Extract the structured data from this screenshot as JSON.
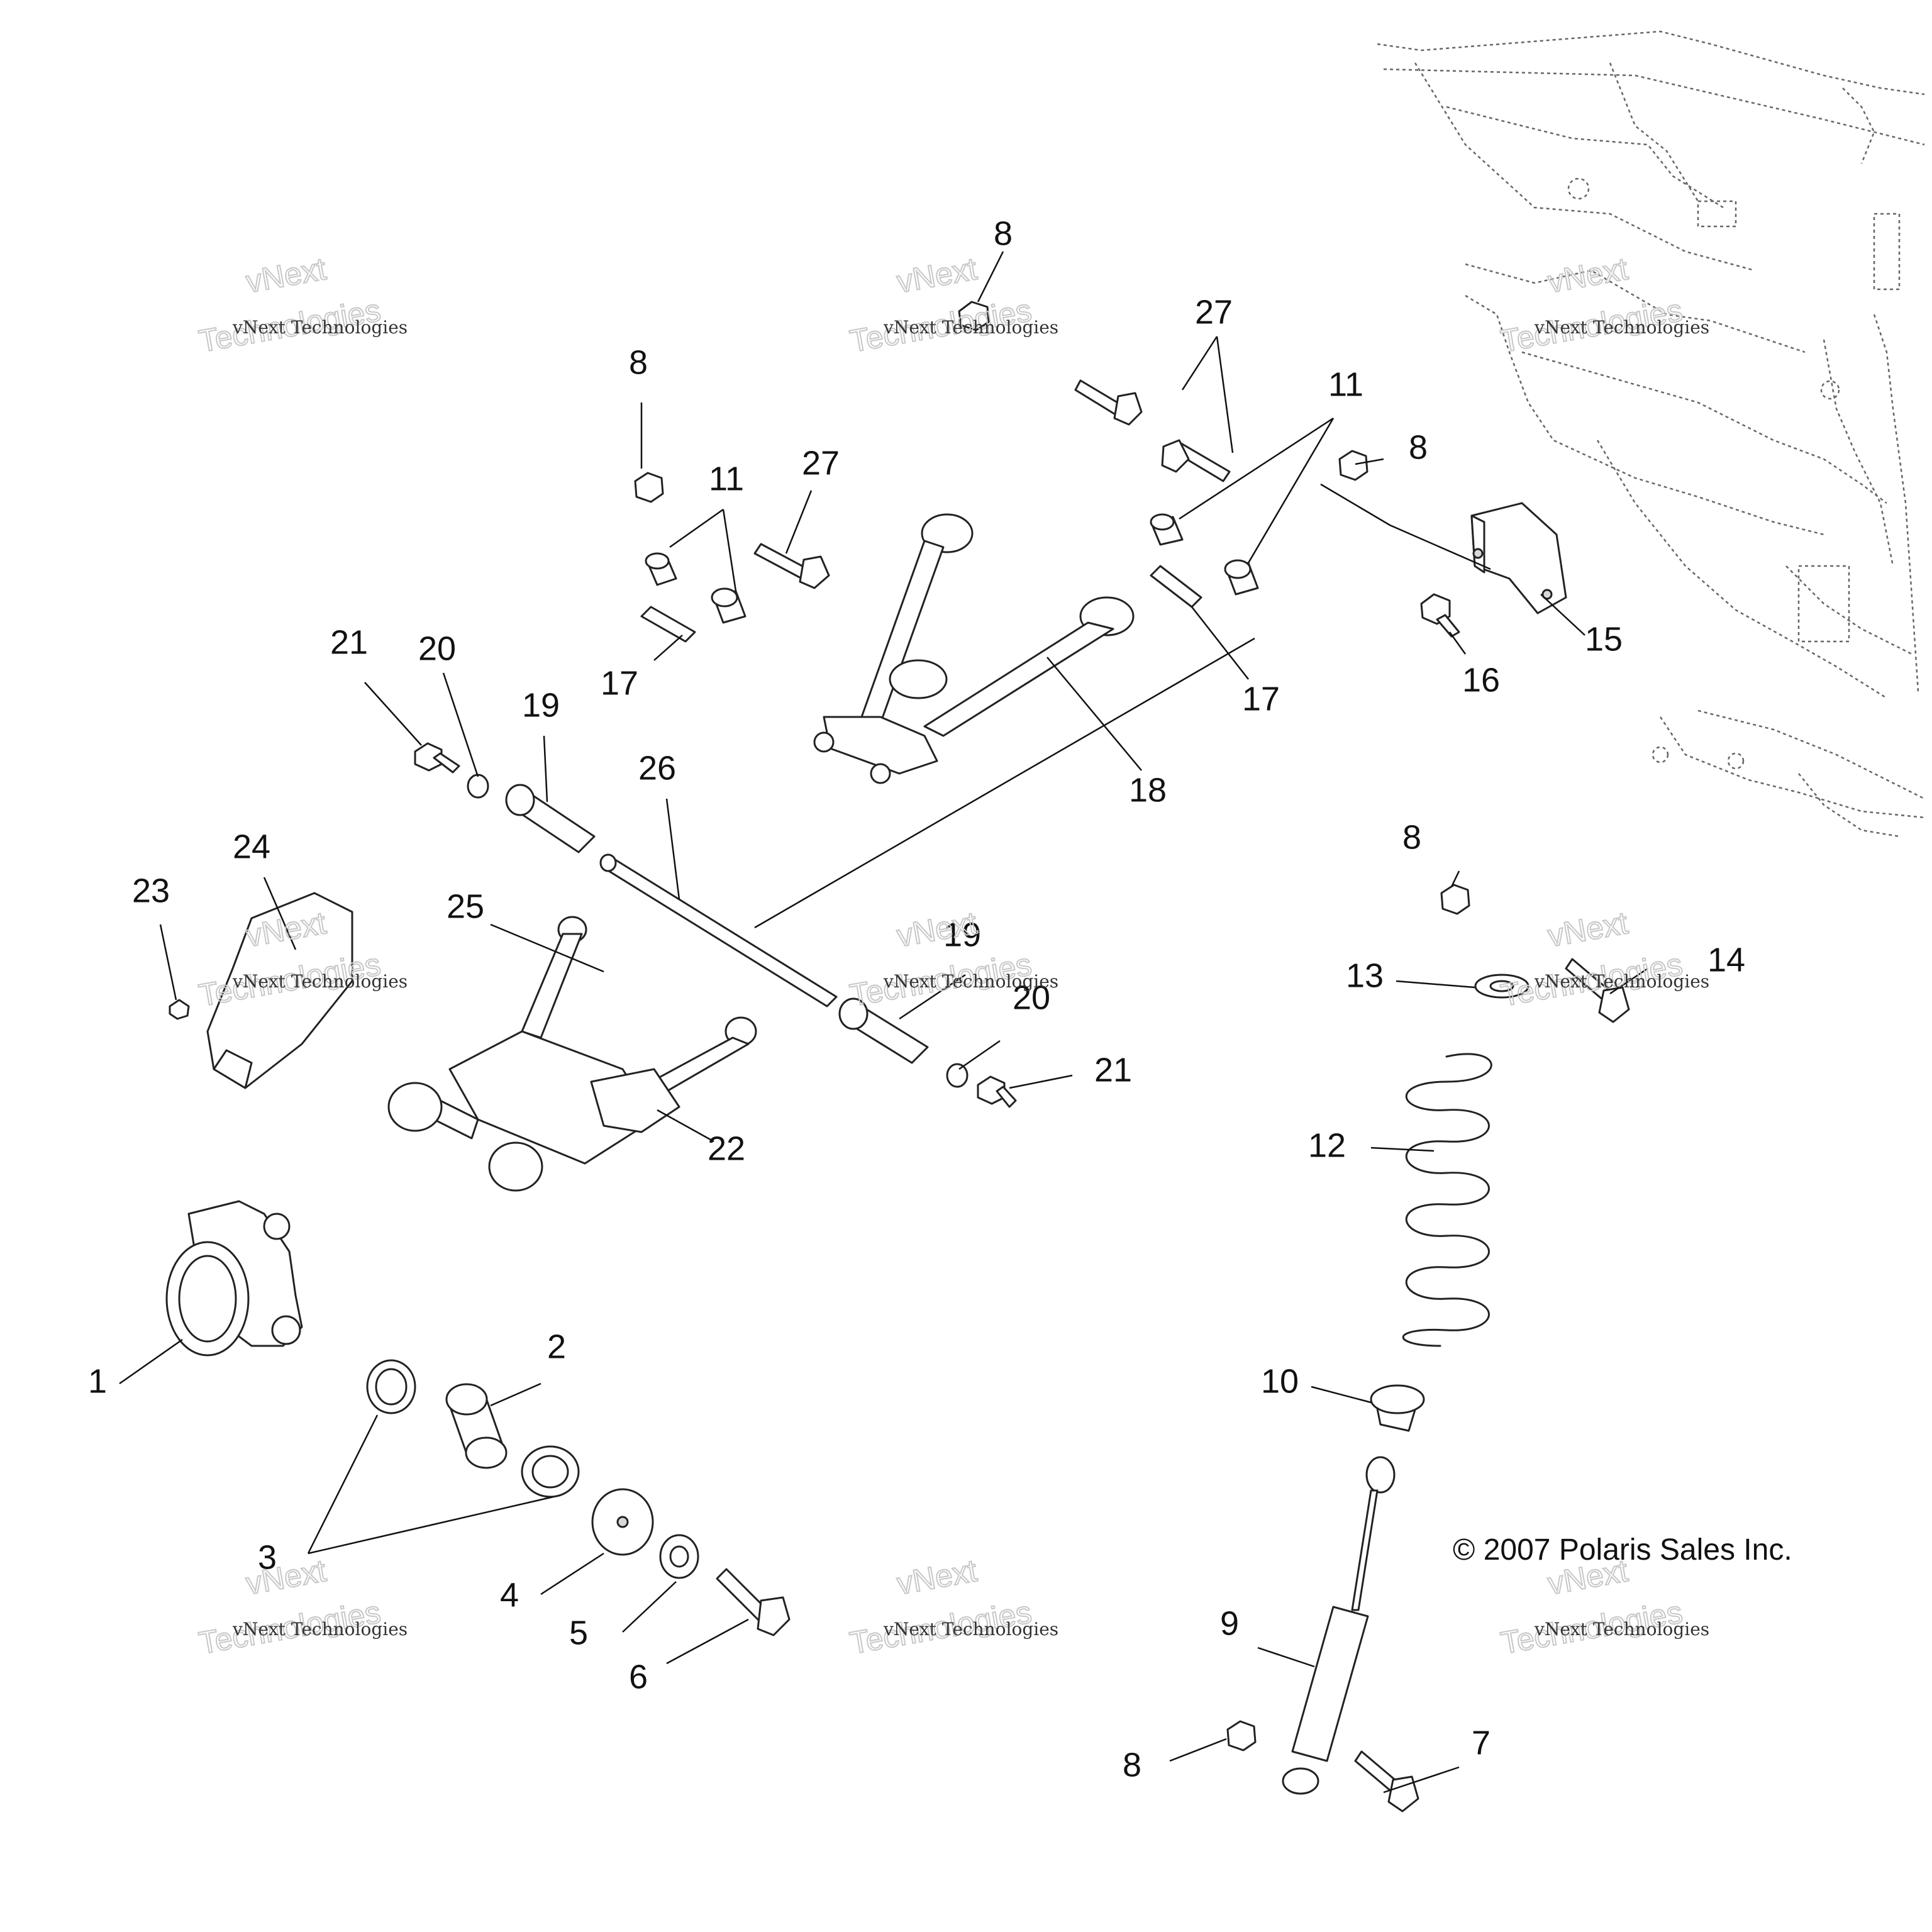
{
  "diagram": {
    "copyright": "© 2007 Polaris Sales Inc.",
    "watermark": {
      "line": "vNext Technologies",
      "brand_top": "vNext",
      "brand_bottom": "Technologies"
    },
    "callouts": {
      "c1": "1",
      "c2": "2",
      "c3": "3",
      "c4": "4",
      "c5": "5",
      "c6": "6",
      "c7": "7",
      "c8a": "8",
      "c8b": "8",
      "c8c": "8",
      "c8d": "8",
      "c8e": "8",
      "c9": "9",
      "c10": "10",
      "c11a": "11",
      "c11b": "11",
      "c12": "12",
      "c13": "13",
      "c14": "14",
      "c15": "15",
      "c16": "16",
      "c17a": "17",
      "c17b": "17",
      "c18": "18",
      "c19a": "19",
      "c19b": "19",
      "c20a": "20",
      "c20b": "20",
      "c21a": "21",
      "c21b": "21",
      "c22": "22",
      "c23": "23",
      "c24": "24",
      "c25": "25",
      "c26": "26",
      "c27a": "27",
      "c27b": "27"
    },
    "colors": {
      "line": "#222222",
      "frame": "#666666",
      "watermark": "#c8c8c8"
    }
  }
}
